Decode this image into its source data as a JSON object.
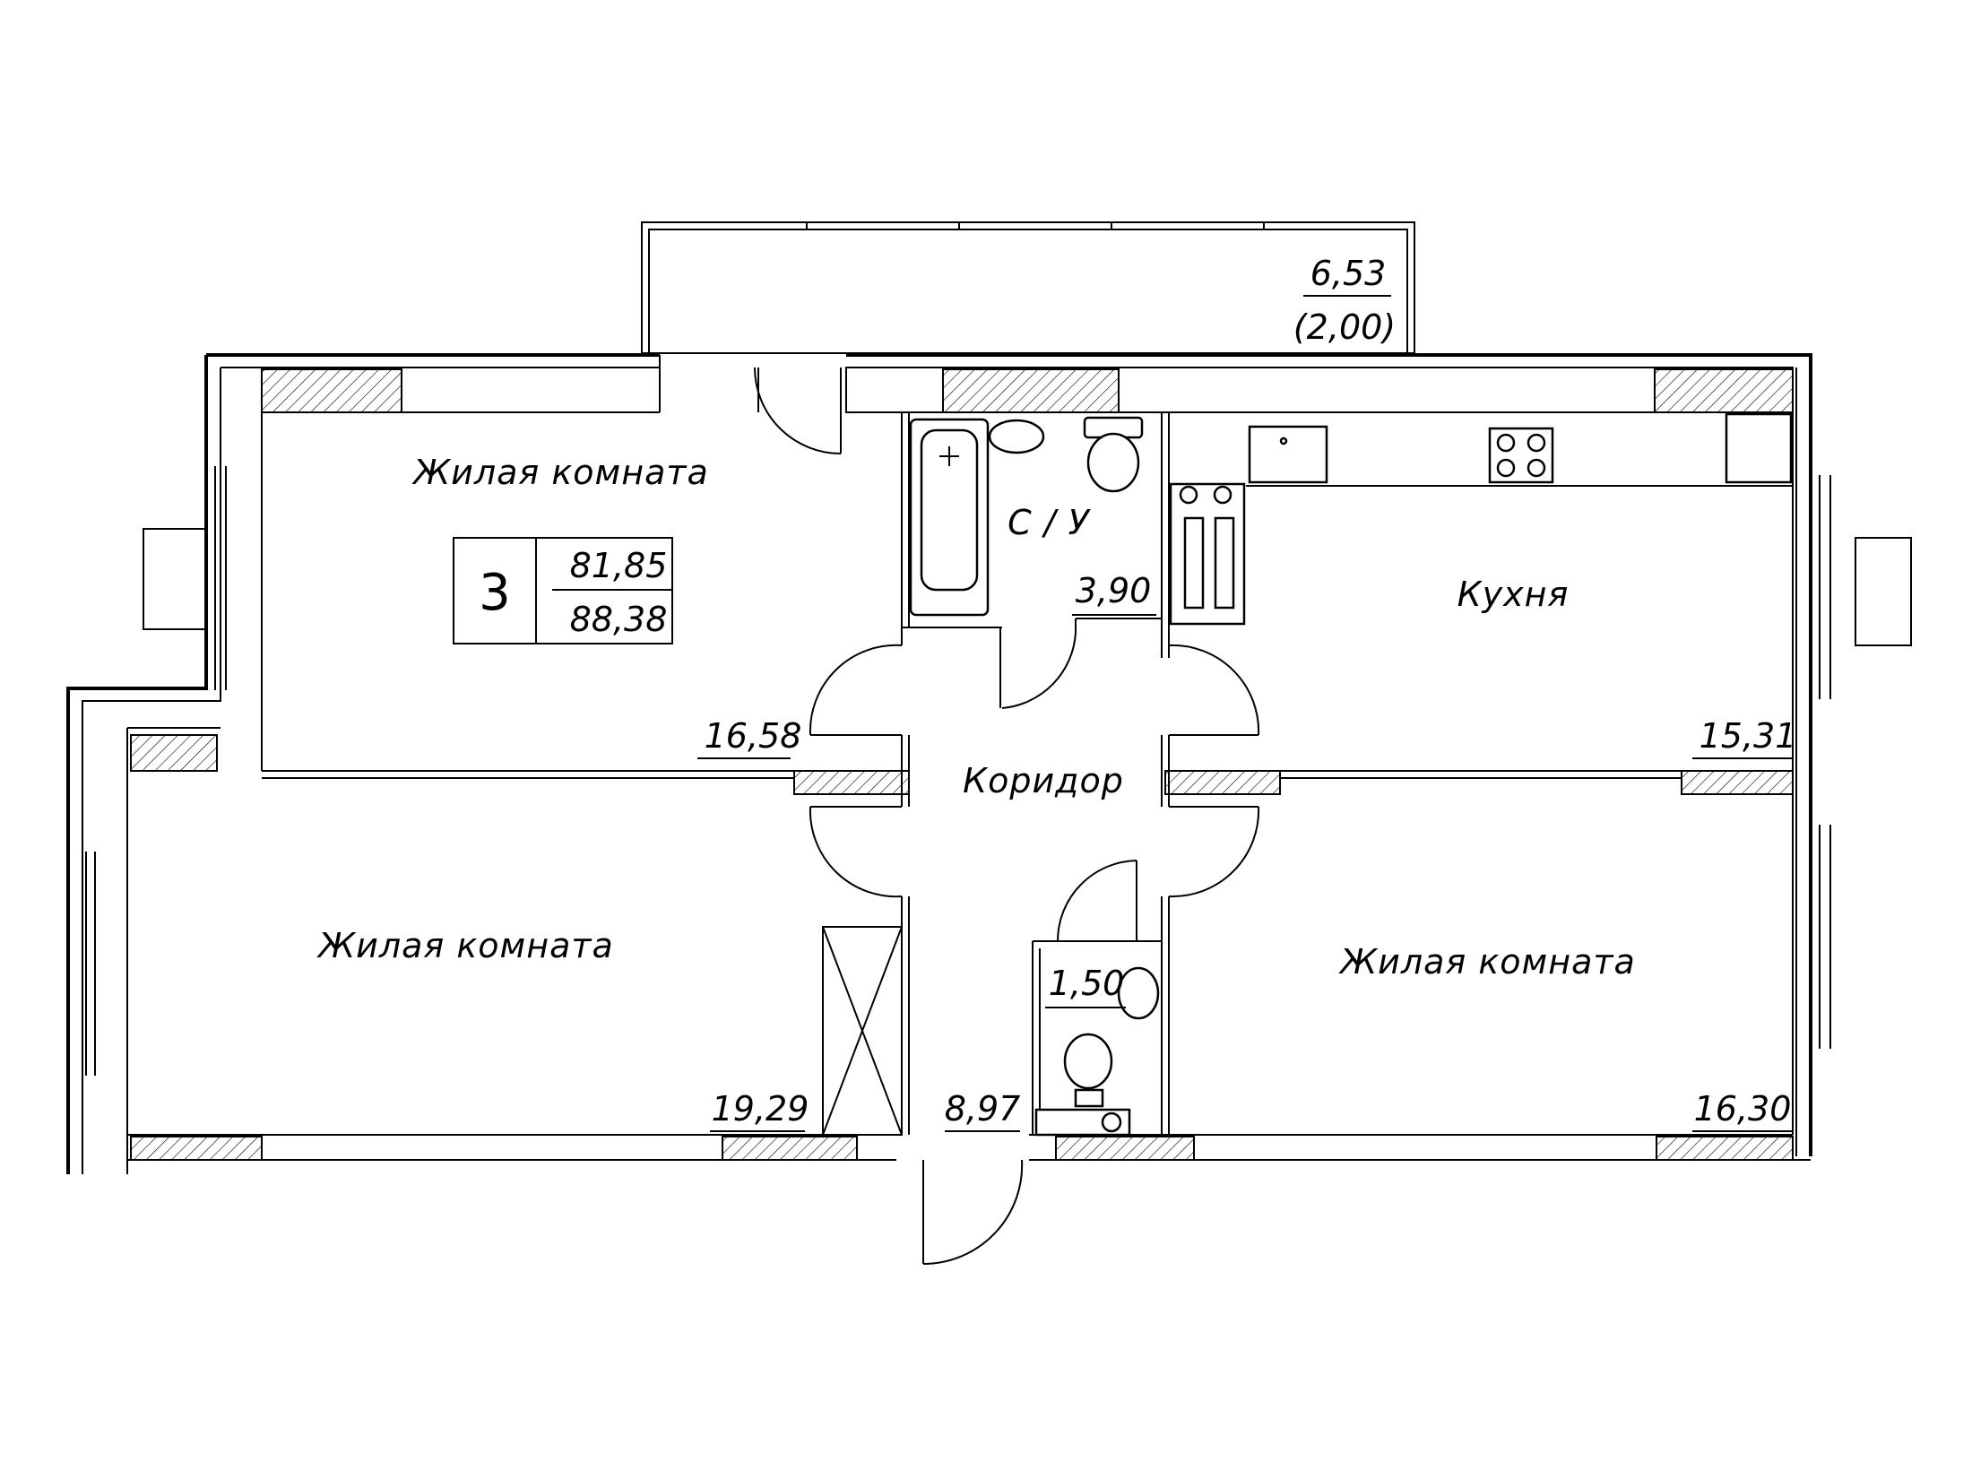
{
  "plan": {
    "room_count": "3",
    "living_area": "81,85",
    "total_area": "88,38",
    "rooms": [
      {
        "id": "living-room-1",
        "name": "Жилая комната",
        "area": "16,58"
      },
      {
        "id": "bathroom",
        "name": "С / У",
        "area": "3,90"
      },
      {
        "id": "kitchen",
        "name": "Кухня",
        "area": "15,31"
      },
      {
        "id": "corridor",
        "name": "Коридор",
        "area": "8,97"
      },
      {
        "id": "living-room-2",
        "name": "Жилая комната",
        "area": "19,29"
      },
      {
        "id": "living-room-3",
        "name": "Жилая комната",
        "area": "16,30"
      },
      {
        "id": "toilet",
        "name": "",
        "area": "1,50"
      }
    ],
    "balcony": {
      "area": "6,53",
      "reduced_area": "(2,00)"
    }
  }
}
